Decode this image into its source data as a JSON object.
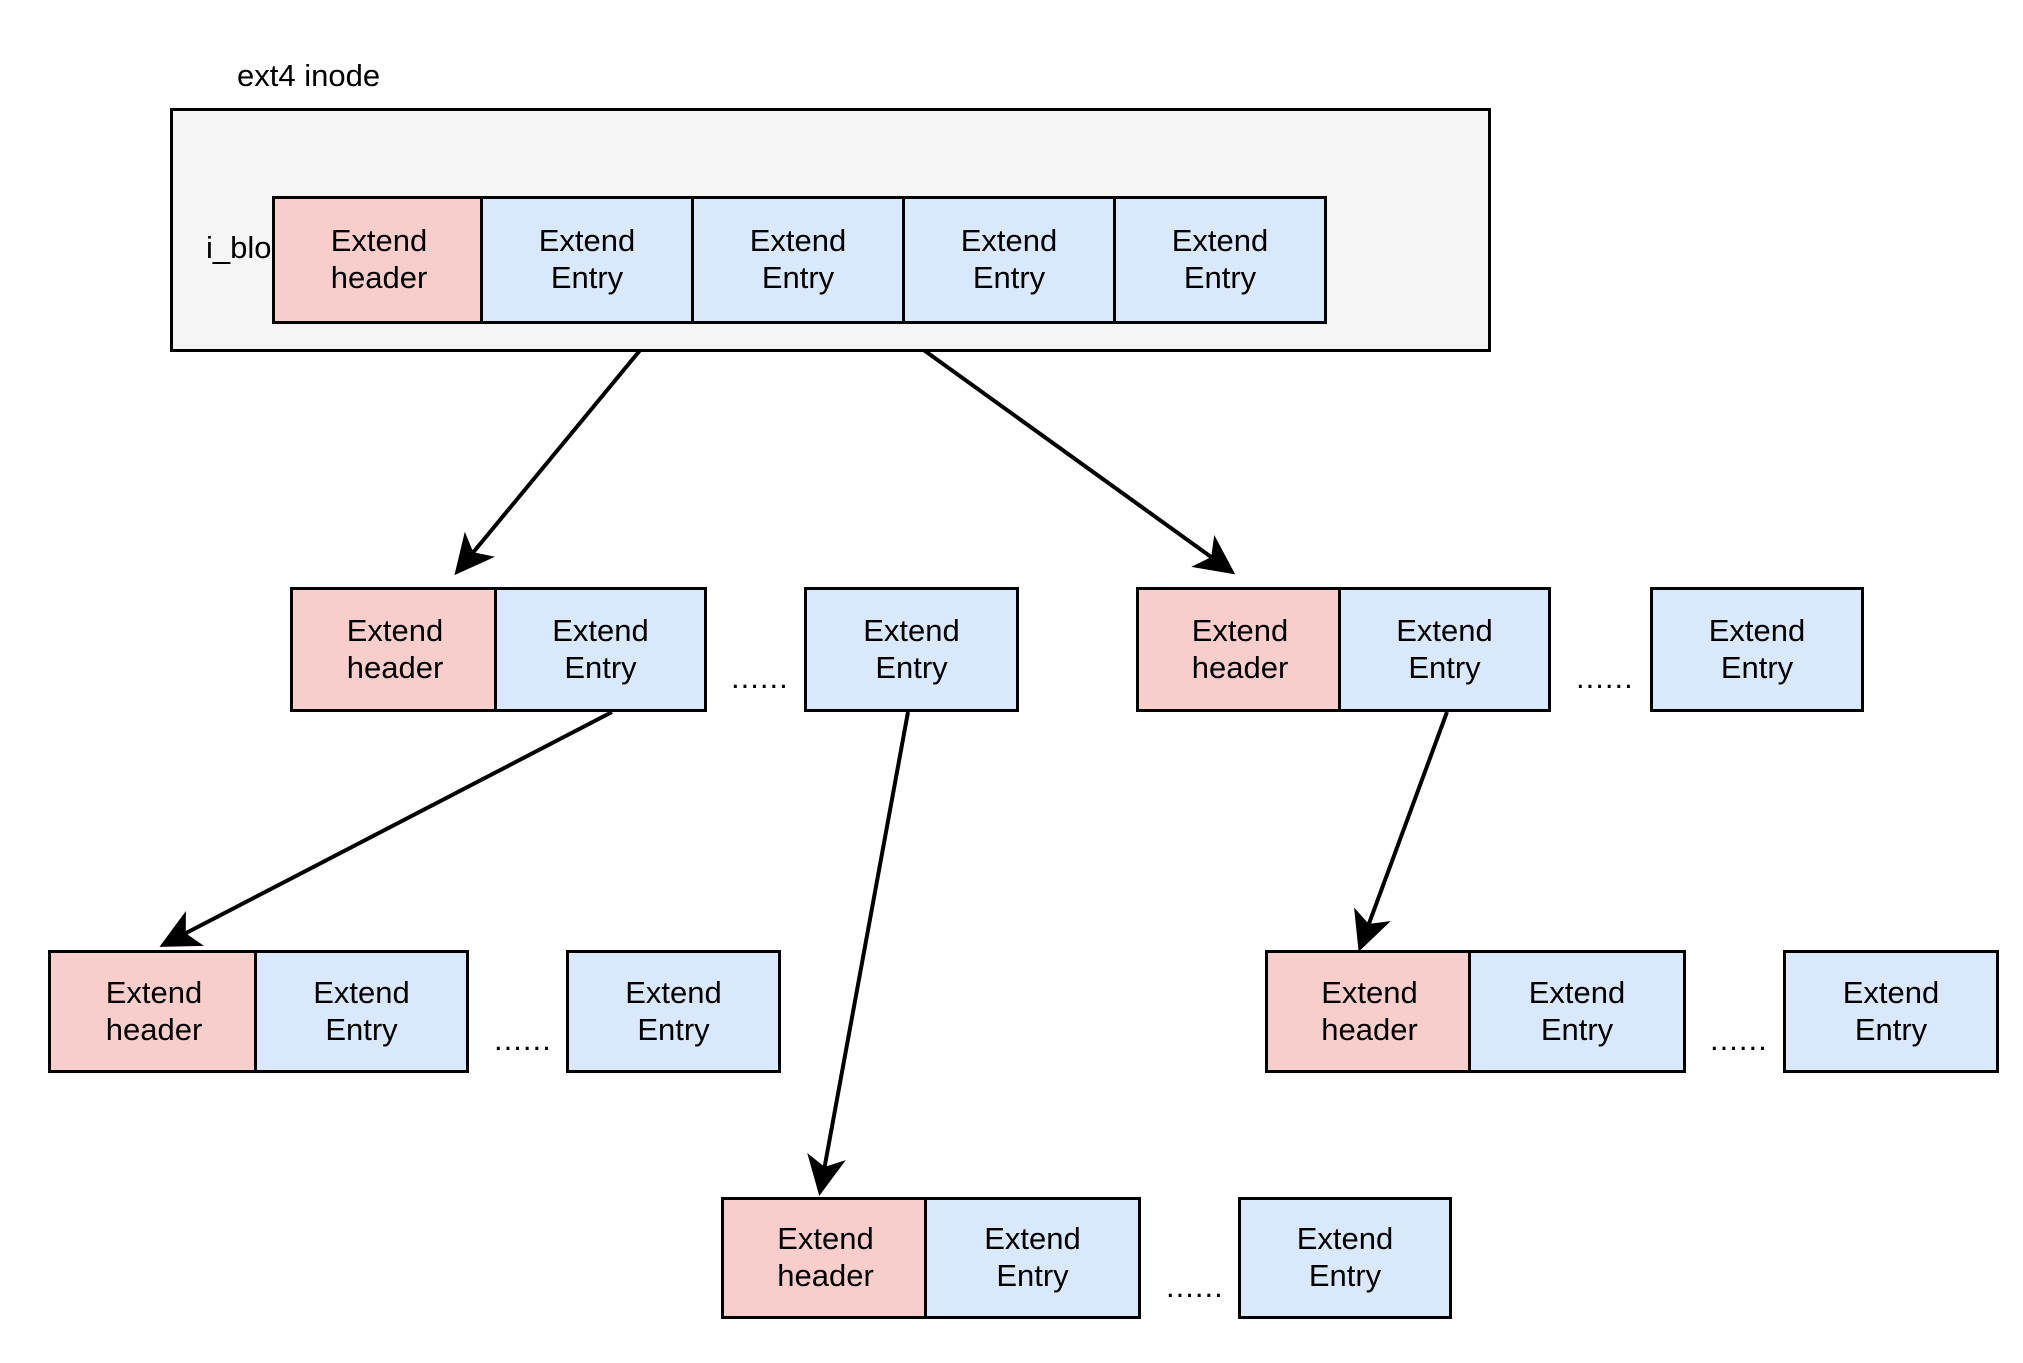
{
  "diagram": {
    "title": "ext4 inode",
    "labels": {
      "inode_title": "ext4 inode",
      "i_block": "i_block",
      "ellipsis": "......"
    },
    "colors": {
      "header_fill": "#f8cecc",
      "entry_fill": "#dae8fc",
      "inode_fill": "#f5f5f5",
      "stroke": "#000000",
      "background": "#ffffff"
    },
    "node_labels": {
      "header": "Extend\nheader",
      "entry": "Extend\nEntry"
    },
    "levels": [
      {
        "name": "inode-level",
        "cells": [
          {
            "type": "header",
            "label": "Extend\nheader"
          },
          {
            "type": "entry",
            "label": "Extend\nEntry"
          },
          {
            "type": "entry",
            "label": "Extend\nEntry"
          },
          {
            "type": "entry",
            "label": "Extend\nEntry"
          },
          {
            "type": "entry",
            "label": "Extend\nEntry"
          }
        ]
      },
      {
        "name": "level-1-block-a",
        "cells": [
          {
            "type": "header",
            "label": "Extend\nheader"
          },
          {
            "type": "entry",
            "label": "Extend\nEntry"
          },
          {
            "type": "ellipsis",
            "label": "......"
          },
          {
            "type": "entry",
            "label": "Extend\nEntry"
          }
        ]
      },
      {
        "name": "level-1-block-b",
        "cells": [
          {
            "type": "header",
            "label": "Extend\nheader"
          },
          {
            "type": "entry",
            "label": "Extend\nEntry"
          },
          {
            "type": "ellipsis",
            "label": "......"
          },
          {
            "type": "entry",
            "label": "Extend\nEntry"
          }
        ]
      },
      {
        "name": "level-2-block-a",
        "cells": [
          {
            "type": "header",
            "label": "Extend\nheader"
          },
          {
            "type": "entry",
            "label": "Extend\nEntry"
          },
          {
            "type": "ellipsis",
            "label": "......"
          },
          {
            "type": "entry",
            "label": "Extend\nEntry"
          }
        ]
      },
      {
        "name": "level-2-block-b",
        "cells": [
          {
            "type": "header",
            "label": "Extend\nheader"
          },
          {
            "type": "entry",
            "label": "Extend\nEntry"
          },
          {
            "type": "ellipsis",
            "label": "......"
          },
          {
            "type": "entry",
            "label": "Extend\nEntry"
          }
        ]
      },
      {
        "name": "level-3-block",
        "cells": [
          {
            "type": "header",
            "label": "Extend\nheader"
          },
          {
            "type": "entry",
            "label": "Extend\nEntry"
          },
          {
            "type": "ellipsis",
            "label": "......"
          },
          {
            "type": "entry",
            "label": "Extend\nEntry"
          }
        ]
      }
    ],
    "edges": [
      {
        "name": "inode-entry1-to-block-a",
        "from": "inode entry 1",
        "to": "level-1-block-a header"
      },
      {
        "name": "inode-entry2-to-block-b",
        "from": "inode entry 2",
        "to": "level-1-block-b header"
      },
      {
        "name": "block-a-entry-to-level2-a",
        "from": "level-1-block-a entry",
        "to": "level-2-block-a header"
      },
      {
        "name": "block-a-tail-entry-to-level3",
        "from": "level-1-block-a tail entry",
        "to": "level-3-block header"
      },
      {
        "name": "block-b-entry-to-level2-b",
        "from": "level-1-block-b entry",
        "to": "level-2-block-b header"
      }
    ]
  }
}
